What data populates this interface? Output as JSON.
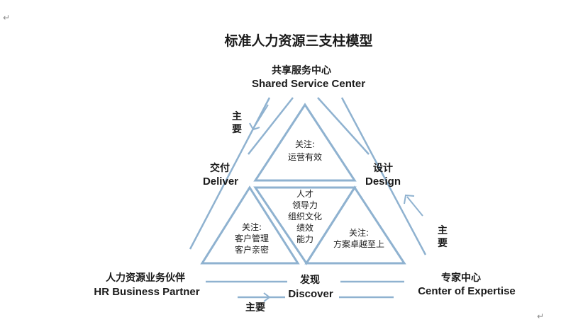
{
  "title": "标准人力资源三支柱模型",
  "nodes": {
    "ssc": {
      "cn": "共享服务中心",
      "en": "Shared Service Center"
    },
    "hrbp": {
      "cn": "人力资源业务伙伴",
      "en": "HR Business Partner"
    },
    "coe": {
      "cn": "专家中心",
      "en": "Center of Expertise"
    }
  },
  "edges": {
    "deliver": {
      "cn": "交付",
      "en": "Deliver"
    },
    "design": {
      "cn": "设计",
      "en": "Design"
    },
    "discover": {
      "cn": "发现",
      "en": "Discover"
    }
  },
  "flows": {
    "left": "主要",
    "right": "主要",
    "bottom": "主要"
  },
  "focus": {
    "top": {
      "line1": "关注:",
      "line2": "运营有效"
    },
    "left": {
      "line1": "关注:",
      "line2": "客户管理",
      "line3": "客户亲密"
    },
    "right": {
      "line1": "关注:",
      "line2": "方案卓越至上"
    },
    "center": [
      "人才",
      "领导力",
      "组织文化",
      "绩效",
      "能力"
    ]
  },
  "colors": {
    "line": "#8fb2d0",
    "arrow": "#8fb2d0",
    "text": "#1a1a1a"
  },
  "marks": {
    "paragraph": "↵"
  }
}
